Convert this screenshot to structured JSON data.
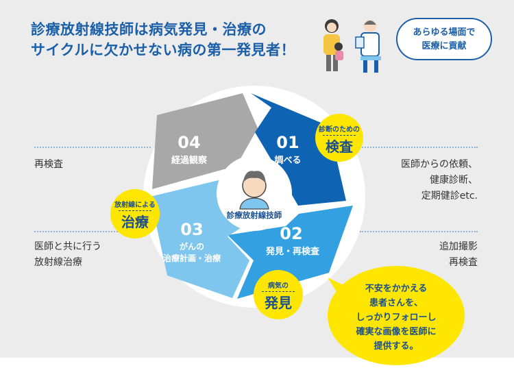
{
  "title": {
    "line1": "診療放射線技師は病気発見・治療の",
    "line2": "サイクルに欠かせない病の第一発見者！"
  },
  "tagline": {
    "line1": "あらゆる場面で",
    "line2": "医療に貢献"
  },
  "center_label": "診療放射線技師",
  "segments": [
    {
      "number": "01",
      "label": "調べる",
      "color": "#0f63b3"
    },
    {
      "number": "02",
      "label": "発見・再検査",
      "color": "#33a0e2"
    },
    {
      "number": "03",
      "label1": "がんの",
      "label2": "治療計画・治療",
      "color": "#7ec6ee"
    },
    {
      "number": "04",
      "label": "経過観察",
      "color": "#a8a8a8"
    }
  ],
  "badges": {
    "kensa": {
      "small": "診断のための",
      "big": "検査"
    },
    "chiryo": {
      "small": "放射線による",
      "big": "治療"
    },
    "hakken": {
      "small": "病気の",
      "big": "発見"
    }
  },
  "side_text": {
    "top_left": "再検査",
    "top_right": [
      "医師からの依頼、",
      "健康診断、",
      "定期健診etc."
    ],
    "bottom_left": [
      "医師と共に行う",
      "放射線治療"
    ],
    "bottom_right": [
      "追加撮影",
      "再検査"
    ]
  },
  "bubble": [
    "不安をかかえる",
    "患者さんを、",
    "しっかりフォローし",
    "確実な画像を医師に",
    "提供する。"
  ],
  "colors": {
    "primary": "#1a5fa8",
    "yellow": "#ffe600",
    "panel": "#ececec"
  }
}
